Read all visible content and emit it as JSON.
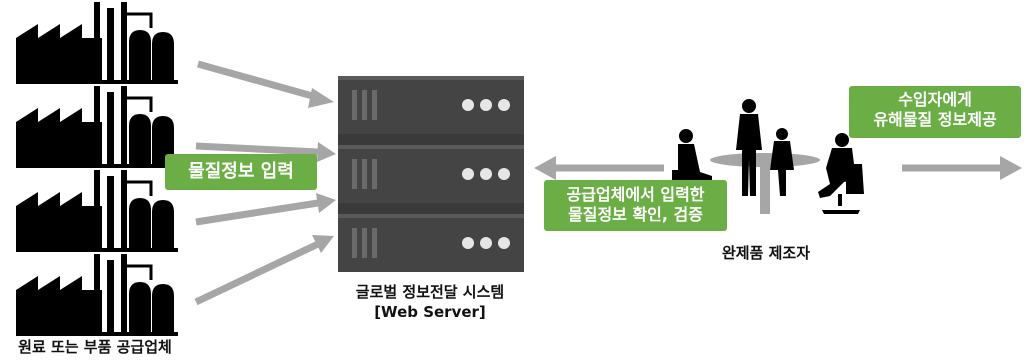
{
  "suppliers": {
    "label": "원료 또는 부품 공급업체",
    "count": 4
  },
  "server": {
    "label_line1": "글로벌 정보전달 시스템",
    "label_line2": "[Web Server]"
  },
  "callouts": {
    "input": "물질정보 입력",
    "verify_line1": "공급업체에서 입력한",
    "verify_line2": "물질정보 확인, 검증",
    "provide_line1": "수입자에게",
    "provide_line2": "유해물질 정보제공"
  },
  "manufacturer": {
    "label": "완제품 제조자"
  },
  "colors": {
    "arrow": "#a6a6a6",
    "callout": "#6aae45",
    "server_body": "#444444",
    "silhouette": "#000000"
  }
}
